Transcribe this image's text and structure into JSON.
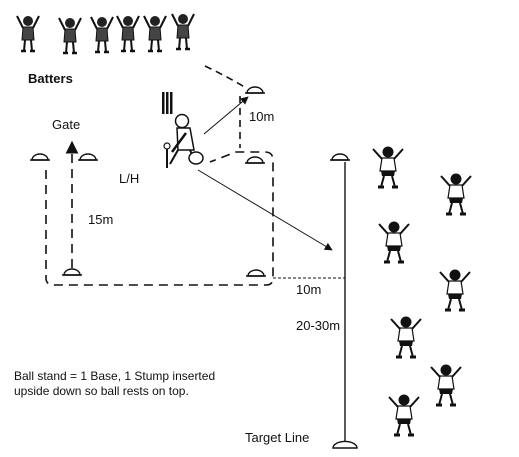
{
  "labels": {
    "batters": "Batters",
    "gate": "Gate",
    "distance_10m_top": "10m",
    "batter_hand": "L/H",
    "distance_15m": "15m",
    "distance_10m_bottom": "10m",
    "distance_20_30m": "20-30m",
    "target_line": "Target Line"
  },
  "note": "Ball stand = 1 Base, 1 Stump inserted upside down so ball rests on top.",
  "icons": [
    "cone-icon",
    "stumps-icon",
    "ball-stand-icon",
    "arrow-icon",
    "batter-figure-icon",
    "fielder-figure-icon"
  ],
  "colors": {
    "ink": "#111111",
    "background": "#ffffff"
  }
}
